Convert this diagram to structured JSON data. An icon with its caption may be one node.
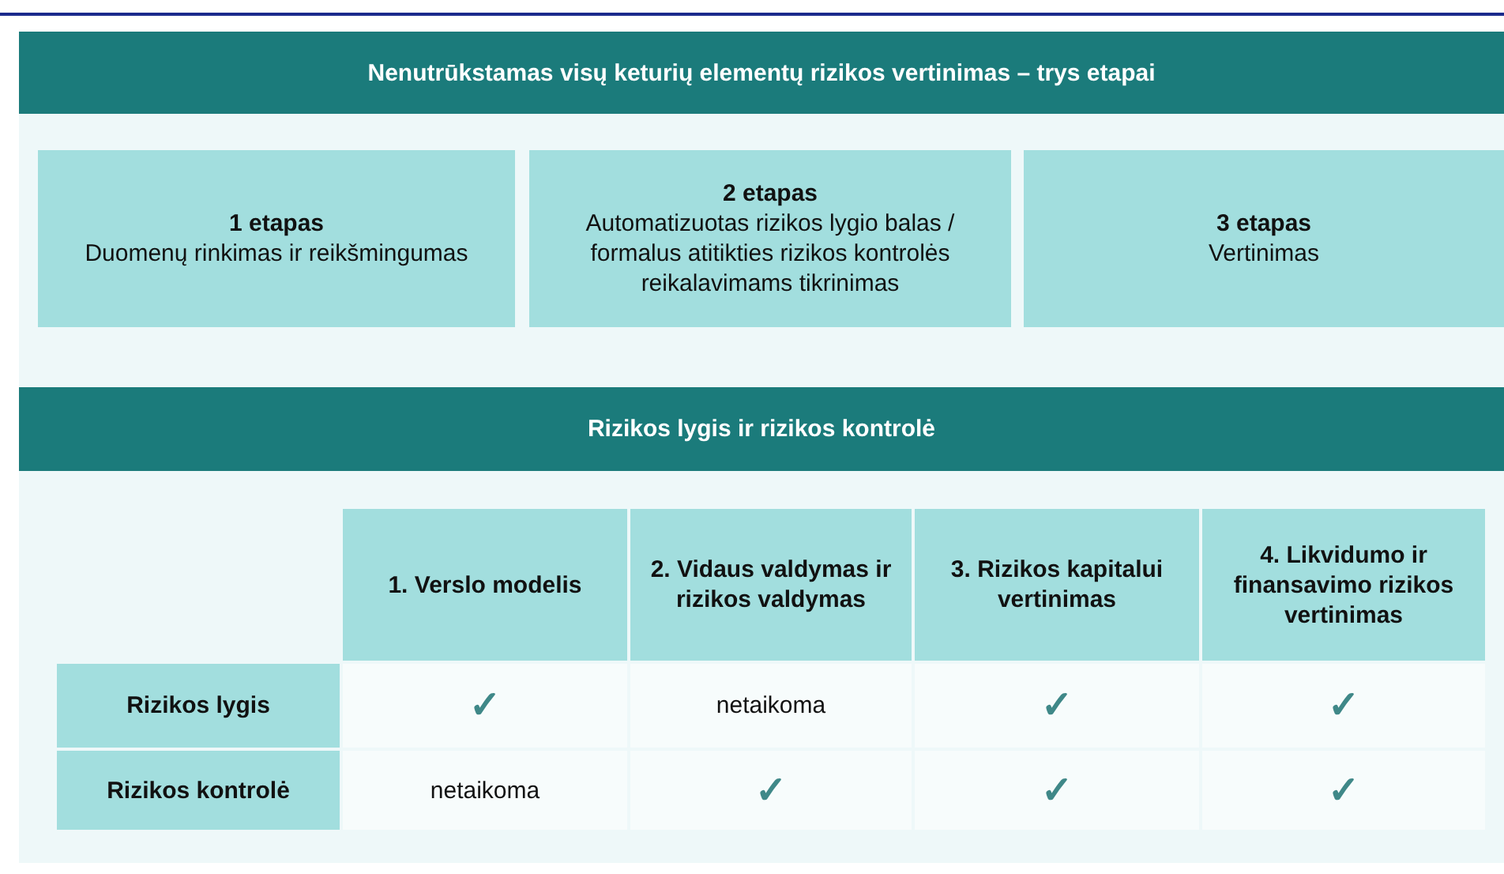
{
  "diagram": {
    "nodes": [
      {
        "text": [
          "Nenutrūkstamas visų keturių elementų rizikos vertinimas – trys etapai"
        ]
      },
      {
        "text": [
          "1 etapas",
          "Duomenų rinkimas ir reikšmingumas"
        ]
      },
      {
        "text": [
          "2 etapas",
          "Automatizuotas rizikos lygio balas / formalus atitikties rizikos kontrolės reikalavimams tikrinimas"
        ]
      },
      {
        "text": [
          "3 etapas",
          "Vertinimas"
        ]
      },
      {
        "text": [
          "Rizikos lygis ir rizikos kontrolė"
        ]
      }
    ],
    "labels": [
      "1. Verslo modelis",
      "2. Vidaus valdymas ir rizikos valdymas",
      "3. Rizikos kapitalui vertinimas",
      "4. Likvidumo ir finansavimo rizikos vertinimas",
      "Rizikos lygis",
      "✓",
      "netaikoma",
      "✓",
      "✓",
      "Rizikos kontrolė",
      "netaikoma",
      "✓",
      "✓",
      "✓"
    ]
  }
}
